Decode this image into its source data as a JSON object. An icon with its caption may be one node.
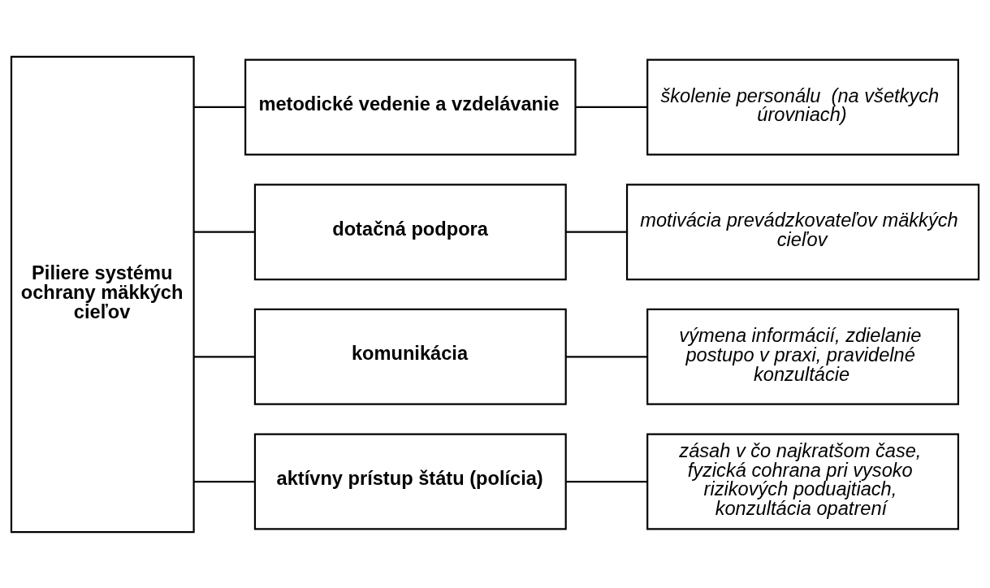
{
  "diagram": {
    "nodes": [
      {
        "text": [
          "Piliere systému ochrany mäkkých cieľov"
        ]
      },
      {
        "text": [
          "metodické vedenie a vzdelávanie"
        ]
      },
      {
        "text": [
          "školenie personálu  (na všetkych úrovniach)"
        ]
      },
      {
        "text": [
          "dotačná podpora"
        ]
      },
      {
        "text": [
          "motivácia prevádzkovateľov mäkkých cieľov"
        ]
      },
      {
        "text": [
          "komunikácia"
        ]
      },
      {
        "text": [
          "výmena informácií, zdielanie postupo v praxi, pravidelné konzultácie"
        ]
      },
      {
        "text": [
          "aktívny prístup štátu (polícia)"
        ]
      },
      {
        "text": [
          "zásah v čo najkratšom čase, fyzická cohrana pri vysoko rizikových poduajtiach, konzultácia opatrení"
        ]
      }
    ],
    "edges": [
      {
        "from": 0,
        "to": 1,
        "arrow": "none"
      },
      {
        "from": 0,
        "to": 3,
        "arrow": "none"
      },
      {
        "from": 0,
        "to": 5,
        "arrow": "none"
      },
      {
        "from": 0,
        "to": 7,
        "arrow": "none"
      },
      {
        "from": 1,
        "to": 2,
        "arrow": "none"
      },
      {
        "from": 3,
        "to": 4,
        "arrow": "none"
      },
      {
        "from": 5,
        "to": 6,
        "arrow": "none"
      },
      {
        "from": 7,
        "to": 8,
        "arrow": "none"
      }
    ]
  }
}
